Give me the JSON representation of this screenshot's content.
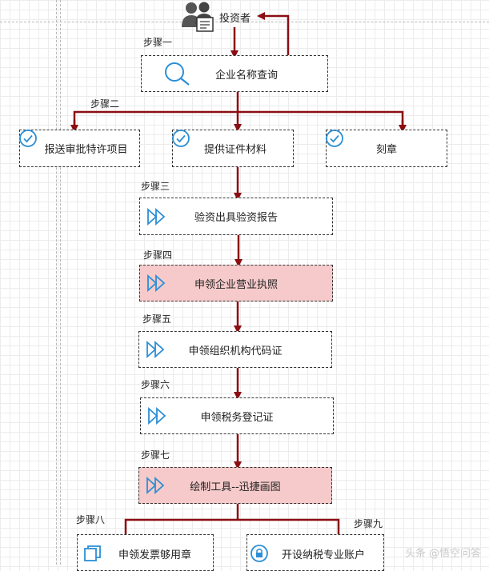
{
  "investor": {
    "label": "投资者",
    "icon": "investor-icon"
  },
  "steps": {
    "s1": "步骤一",
    "s2": "步骤二",
    "s3": "步骤三",
    "s4": "步骤四",
    "s5": "步骤五",
    "s6": "步骤六",
    "s7": "步骤七",
    "s8": "步骤八",
    "s9": "步骤九"
  },
  "nodes": {
    "name_query": "企业名称查询",
    "submit_approval": "报送审批特许项目",
    "provide_docs": "提供证件材料",
    "engrave_seal": "刻章",
    "capital_report": "验资出具验资报告",
    "business_license": "申领企业营业执照",
    "org_code": "申领组织机构代码证",
    "tax_register": "申领税务登记证",
    "tool": "绘制工具--迅捷画图",
    "invoice": "申领发票够用章",
    "tax_account": "开设纳税专业账户"
  },
  "watermark": "头条 @悟空问答",
  "colors": {
    "arrow": "#8b0d12",
    "highlight": "#f6caca",
    "icon_blue": "#2b8fd6"
  }
}
